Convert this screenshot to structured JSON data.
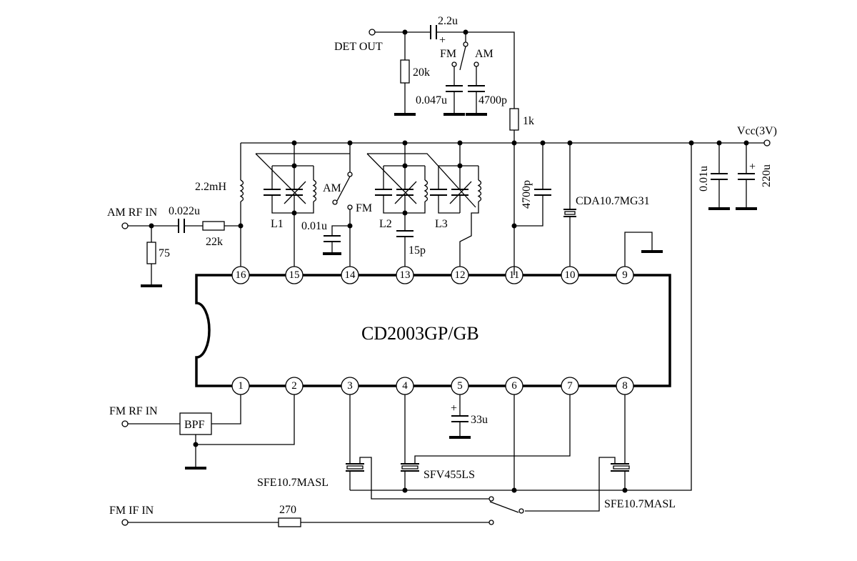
{
  "chip": {
    "name": "CD2003GP/GB"
  },
  "pins": {
    "top": [
      "16",
      "15",
      "14",
      "13",
      "12",
      "11",
      "10",
      "9"
    ],
    "bottom": [
      "1",
      "2",
      "3",
      "4",
      "5",
      "6",
      "7",
      "8"
    ]
  },
  "labels": {
    "det_out": "DET OUT",
    "cap_2_2u": "2.2u",
    "plus_top": "+",
    "fm_switch_top": "FM",
    "am_switch_top": "AM",
    "res_20k": "20k",
    "cap_0_047u": "0.047u",
    "cap_4700p_top": "4700p",
    "res_1k": "1k",
    "vcc": "Vcc(3V)",
    "cap_0_01u_right": "0.01u",
    "cap_220u": "220u",
    "plus_220u": "+",
    "ind_2_2mh": "2.2mH",
    "am_rf_in": "AM RF IN",
    "cap_0_022u": "0.022u",
    "res_22k": "22k",
    "res_75": "75",
    "coil_l1": "L1",
    "am_switch_mid": "AM",
    "fm_switch_mid": "FM",
    "cap_0_01u_mid": "0.01u",
    "coil_l2": "L2",
    "coil_l3": "L3",
    "cap_15p": "15p",
    "cap_4700p_mid": "4700p",
    "filter_cda": "CDA10.7MG31",
    "fm_rf_in": "FM RF IN",
    "bpf": "BPF",
    "cap_33u": "33u",
    "plus_33u": "+",
    "sfe_left": "SFE10.7MASL",
    "sfv": "SFV455LS",
    "sfe_right": "SFE10.7MASL",
    "fm_if_in": "FM IF IN",
    "res_270": "270"
  }
}
